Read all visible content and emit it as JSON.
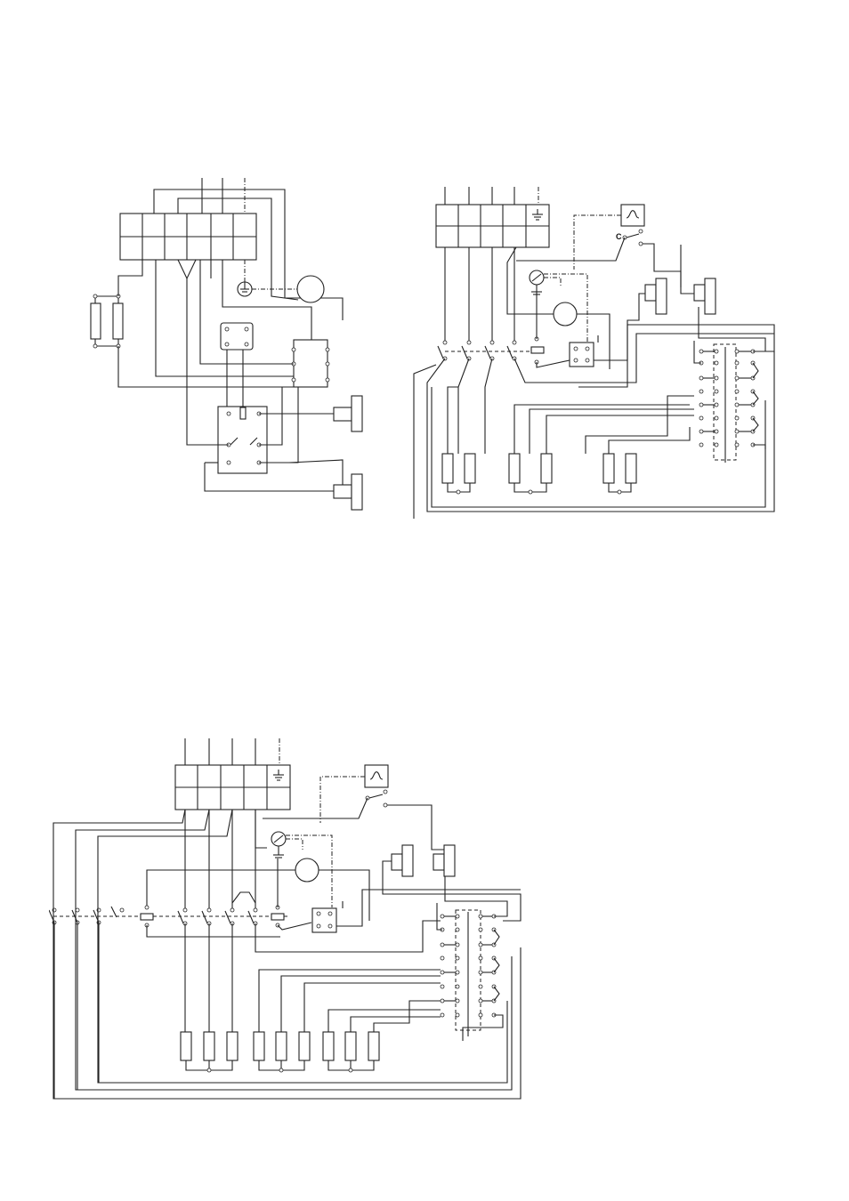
{
  "diagrams": [
    {
      "name": "single-phase-wiring"
    },
    {
      "name": "three-phase-wiring",
      "switch_label": "C"
    },
    {
      "name": "three-phase-wiring-extended"
    }
  ],
  "colors": {
    "line": "#222222",
    "background": "#ffffff"
  },
  "icons": [
    "ground-icon",
    "thermostat-icon",
    "motor-icon"
  ]
}
